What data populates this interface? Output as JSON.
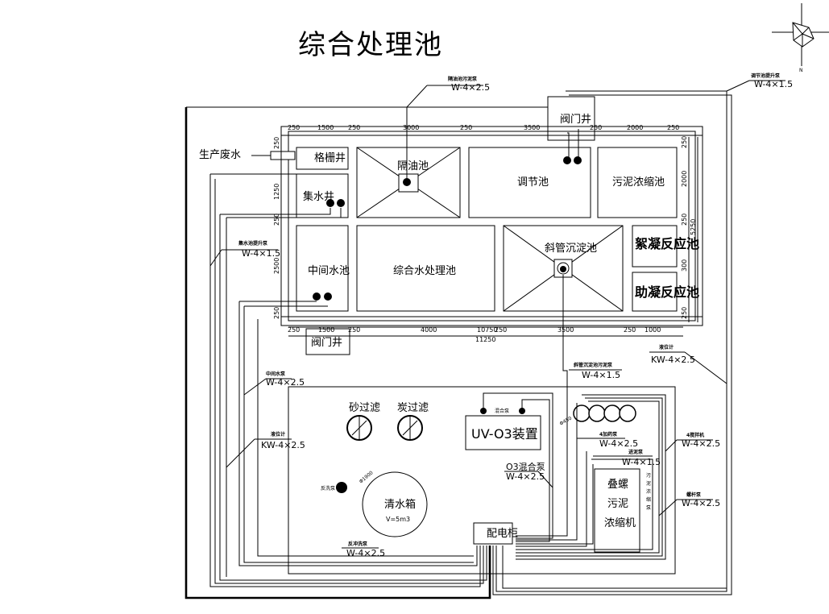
{
  "title": "综合处理池",
  "north_mark": "N",
  "tanks": {
    "gegeshajing": "格栅井",
    "jishuijing": "集水井",
    "geyouchi": "隔油池",
    "tiaojiechi": "调节池",
    "famenjing_top": "阀门井",
    "wunichi": "污泥浓缩池",
    "zhongjianchi": "中间水池",
    "zonghechi": "综合水处理池",
    "xiguanchi": "斜管沉淀池",
    "xuningchi": "絮凝反应池",
    "zhuningchi": "助凝反应池",
    "famenjing_bottom": "阀门井"
  },
  "inlet_label": "生产废水",
  "dimensions": {
    "top": [
      "250",
      "1500",
      "250",
      "3000",
      "250",
      "3500",
      "250",
      "2000",
      "250"
    ],
    "bottom": [
      "250",
      "1500",
      "250",
      "4000",
      "10750",
      "250",
      "3500",
      "250",
      "1000"
    ],
    "total": "11250",
    "left": [
      "250",
      "1250",
      "250",
      "2500",
      "250"
    ],
    "right": [
      "250",
      "2000",
      "250",
      "5250",
      "300",
      "250"
    ]
  },
  "equipment": {
    "sand_filter": "砂过滤",
    "carbon_filter": "炭过滤",
    "uv": "UV-O3装置",
    "clear_tank": "清水箱",
    "clear_tank_vol": "V=5m3",
    "cabinet": "配电柜",
    "sludge_machine": [
      "叠螺",
      "污泥",
      "浓缩机"
    ],
    "pump_small_1": "加药泵",
    "pump_small_2": "加药泵",
    "mix_pump": "混合泵",
    "backwash_pump": "反洗泵",
    "sludge_vertical": [
      "污",
      "泥",
      "浓",
      "缩",
      "泵"
    ],
    "d_size": "Φ1900",
    "d_size2": "Φ450"
  },
  "callouts": {
    "geyou_pump": {
      "name": "隔油池污泥泵",
      "spec": "W-4×2.5"
    },
    "tiaojie_pump": {
      "name": "调节池提升泵",
      "spec": "W-4×1.5"
    },
    "jishui_pump": {
      "name": "集水池提升泵",
      "spec": "W-4×1.5"
    },
    "level_right": {
      "name": "液位计",
      "spec": "KW-4×2.5"
    },
    "xiguan_pump": {
      "name": "斜管沉淀池污泥泵",
      "spec": "W-4×1.5"
    },
    "zhongjian_pump": {
      "name": "中间水泵",
      "spec": "W-4×2.5"
    },
    "level_left": {
      "name": "液位计",
      "spec": "KW-4×2.5"
    },
    "dosing_pump": {
      "name": "4加药泵",
      "spec": "W-4×2.5"
    },
    "stirrer": {
      "name": "4搅拌机",
      "spec": "W-4×2.5"
    },
    "feed_pump": {
      "name": "进泥泵",
      "spec": "W-4×1.5"
    },
    "o3_pump": {
      "name": "O3混合泵",
      "spec": "W-4×2.5"
    },
    "screw_pump": {
      "name": "螺杆泵",
      "spec": "W-4×2.5"
    },
    "backwash": {
      "name": "反冲洗泵",
      "spec": "W-4×2.5"
    }
  }
}
